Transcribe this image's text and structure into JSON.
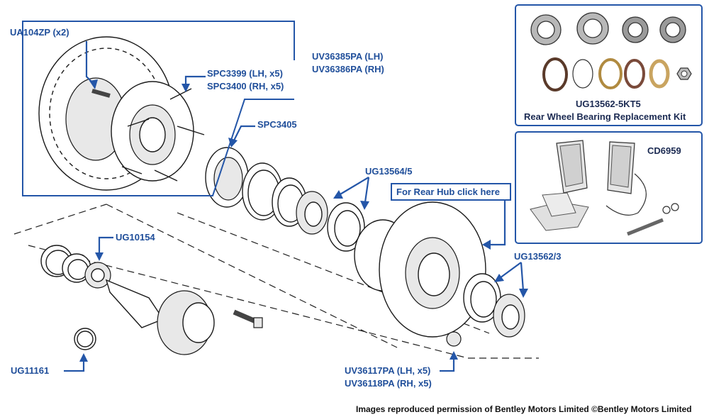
{
  "callouts": {
    "ua104zp": "UA104ZP (x2)",
    "uv36385pa": "UV36385PA (LH)",
    "uv36386pa": "UV36386PA (RH)",
    "spc3399": "SPC3399 (LH, x5)",
    "spc3400": "SPC3400 (RH, x5)",
    "spc3405": "SPC3405",
    "ug13564": "UG13564/5",
    "rear_hub_link": "For Rear Hub click here",
    "ug10154": "UG10154",
    "ug13562_3": "UG13562/3",
    "ug11161": "UG11161",
    "uv36117pa": "UV36117PA (LH, x5)",
    "uv36118pa": "UV36118PA (RH, x5)"
  },
  "kit_box": {
    "part_number": "UG13562-5KT5",
    "title": "Rear Wheel Bearing Replacement Kit"
  },
  "pads_box": {
    "part_number": "CD6959"
  },
  "credit": "Images reproduced permission of Bentley Motors Limited ©Bentley Motors Limited",
  "colors": {
    "label_blue": "#1f4e9a",
    "leader_blue": "#2456a8"
  }
}
